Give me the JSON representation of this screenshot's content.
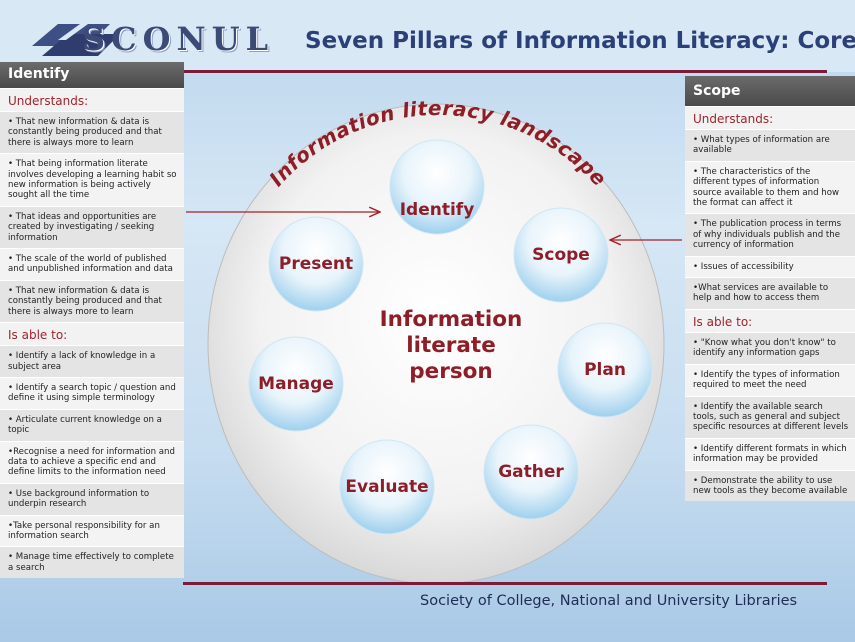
{
  "header": {
    "logo_text": "SCONUL",
    "title": "Seven Pillars of Information Literacy: Core"
  },
  "footer": {
    "text": "Society of College, National and University Libraries"
  },
  "colors": {
    "accent": "#7a1b3a",
    "label_red": "#8f1d28",
    "panel_header": "#555555"
  },
  "left_panel": {
    "title": "Identify",
    "understands_heading": "Understands:",
    "understands": [
      "• That new information & data is constantly being produced and that there is always more to learn",
      "•  That being information literate involves developing a learning habit so new information is being actively sought all the time",
      "• That ideas and opportunities are created by investigating / seeking information",
      "• The scale of the world of published and unpublished information and data",
      "• That new information & data is constantly being produced and that there is always more to learn"
    ],
    "able_heading": "Is able to:",
    "able": [
      "• Identify a lack of knowledge in a subject area",
      "• Identify a search topic / question and define it using simple terminology",
      "• Articulate current knowledge on a topic",
      "•Recognise a need for information and data to achieve a specific end and define limits to the information need",
      "• Use background information to underpin research",
      "•Take personal responsibility for an information search",
      "• Manage time effectively to complete a search"
    ]
  },
  "right_panel": {
    "title": "Scope",
    "understands_heading": "Understands:",
    "understands": [
      "• What types of information are available",
      "• The characteristics of the different types of information source available to them and how the format can affect it",
      "• The publication process in terms of why individuals publish and the currency of information",
      "• Issues of accessibility",
      "•What services are available to help and how to access them"
    ],
    "able_heading": "Is able to:",
    "able": [
      "• \"Know what you don't know\" to identify any information gaps",
      "• Identify the types of information required to meet the need",
      "• Identify the available search tools, such as general and subject specific resources at different levels",
      "• Identify different formats in which information may be provided",
      "• Demonstrate the ability to use new tools as they become available"
    ]
  },
  "diagram": {
    "landscape_label": "Information literacy landscape",
    "center_line1": "Information",
    "center_line2": "literate",
    "center_line3": "person",
    "pillars": [
      "Identify",
      "Scope",
      "Plan",
      "Gather",
      "Evaluate",
      "Manage",
      "Present"
    ]
  }
}
